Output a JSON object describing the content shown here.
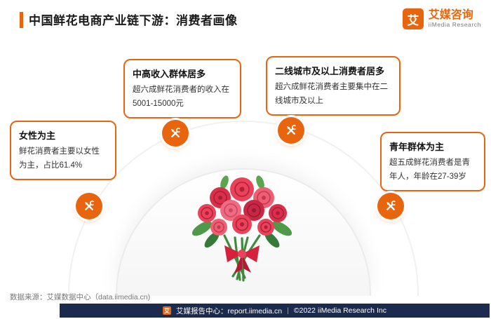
{
  "header": {
    "title": "中国鲜花电商产业链下游：消费者画像",
    "logo": {
      "mark": "艾",
      "brand": "艾媒咨询",
      "subbrand": "iiMedia Research"
    }
  },
  "callouts": {
    "female": {
      "title": "女性为主",
      "body": "鲜花消费者主要以女性为主，占比61.4%"
    },
    "income": {
      "title": "中高收入群体居多",
      "body": "超六成鲜花消费者的收入在5001-15000元"
    },
    "city": {
      "title": "二线城市及以上消费者居多",
      "body": "超六成鲜花消费者主要集中在二线城市及以上"
    },
    "youth": {
      "title": "青年群体为主",
      "body": "超五成鲜花消费者是青年人，年龄在27-39岁"
    }
  },
  "icons": {
    "badge": "tools-icon"
  },
  "source_note": "数据来源：艾媒数据中心（data.iimedia.cn)",
  "footer": {
    "mark": "艾",
    "report": "艾媒报告中心：report.iimedia.cn",
    "separator": "|",
    "copyright": "©2022 iiMedia Research Inc"
  },
  "colors": {
    "accent": "#E8650D",
    "footer_bg": "#1C2A4E"
  }
}
